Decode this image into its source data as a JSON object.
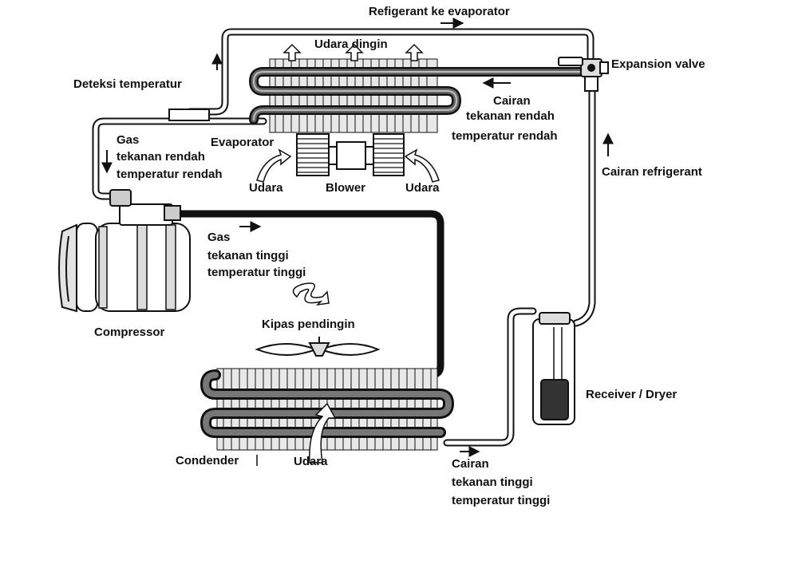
{
  "labels": {
    "refrigerant_to_evaporator": "Refigerant ke evaporator",
    "cold_air": "Udara dingin",
    "expansion_valve": "Expansion valve",
    "temperature_detection": "Deteksi temperatur",
    "low_liquid_1": "Cairan",
    "low_liquid_2": "tekanan rendah",
    "low_liquid_3": "temperatur rendah",
    "low_gas_1": "Gas",
    "low_gas_2": "tekanan rendah",
    "low_gas_3": "temperatur rendah",
    "evaporator": "Evaporator",
    "air_left": "Udara",
    "blower": "Blower",
    "air_right": "Udara",
    "refrigerant_liquid": "Cairan refrigerant",
    "high_gas_1": "Gas",
    "high_gas_2": "tekanan tinggi",
    "high_gas_3": "temperatur tinggi",
    "compressor": "Compressor",
    "cooling_fan": "Kipas pendingin",
    "receiver_dryer": "Receiver / Dryer",
    "condenser": "Condender",
    "air_condenser": "Udara",
    "high_liquid_1": "Cairan",
    "high_liquid_2": "tekanan tinggi",
    "high_liquid_3": "temperatur tinggi"
  },
  "colors": {
    "ink": "#111111",
    "pipe_fill": "#ffffff",
    "high_pressure_pipe": "#111111",
    "coil_gray": "#8a8a8a"
  }
}
